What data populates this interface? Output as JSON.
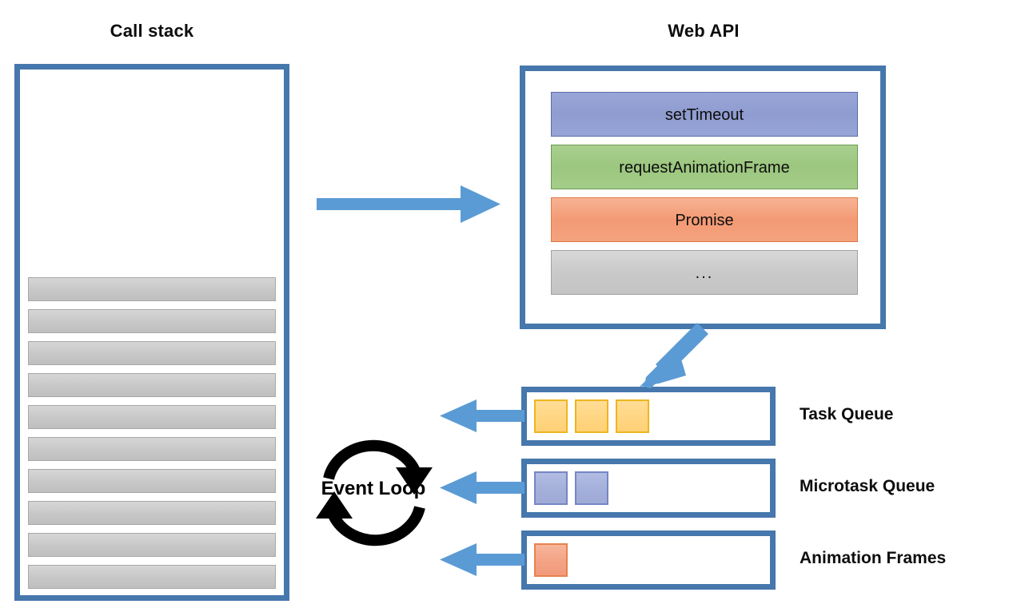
{
  "titles": {
    "call_stack": "Call stack",
    "web_api": "Web API"
  },
  "call_stack": {
    "frame_count": 10,
    "frames": [
      "",
      "",
      "",
      "",
      "",
      "",
      "",
      "",
      "",
      ""
    ]
  },
  "web_api": {
    "items": [
      {
        "label": "setTimeout",
        "color_name": "blue",
        "fill": "#8f9ccf"
      },
      {
        "label": "requestAnimationFrame",
        "color_name": "green",
        "fill": "#9cc77f"
      },
      {
        "label": "Promise",
        "color_name": "orange",
        "fill": "#f39a74"
      },
      {
        "label": "...",
        "color_name": "gray",
        "fill": "#c9c9c9"
      }
    ]
  },
  "queues": [
    {
      "label": "Task Queue",
      "chip_color_name": "yellow",
      "chip_fill": "#ffd581",
      "chip_border": "#efb51f",
      "chip_count": 3,
      "chips": [
        "",
        "",
        ""
      ]
    },
    {
      "label": "Microtask Queue",
      "chip_color_name": "periwinkle",
      "chip_fill": "#a3afd9",
      "chip_border": "#7486c6",
      "chip_count": 2,
      "chips": [
        "",
        ""
      ]
    },
    {
      "label": "Animation Frames",
      "chip_color_name": "salmon",
      "chip_fill": "#f4a183",
      "chip_border": "#e6834f",
      "chip_count": 1,
      "chips": [
        ""
      ]
    }
  ],
  "event_loop": {
    "label": "Event Loop",
    "arc_color": "#000000",
    "direction": "clockwise"
  },
  "arrows": [
    {
      "name": "call-stack-to-web-api",
      "color": "#5b9bd5",
      "direction": "right"
    },
    {
      "name": "web-api-to-task-queue",
      "color": "#5b9bd5",
      "direction": "down-left"
    },
    {
      "name": "task-queue-to-event-loop",
      "color": "#5b9bd5",
      "direction": "left"
    },
    {
      "name": "microtask-queue-to-event-loop",
      "color": "#5b9bd5",
      "direction": "left"
    },
    {
      "name": "animation-frames-to-event-loop",
      "color": "#5b9bd5",
      "direction": "left"
    }
  ],
  "colors": {
    "panel_border": "#4677ad",
    "arrow_blue": "#5b9bd5",
    "stack_frame_fill": "#c7c7c7",
    "background": "#ffffff",
    "text": "#0d0d0d"
  }
}
